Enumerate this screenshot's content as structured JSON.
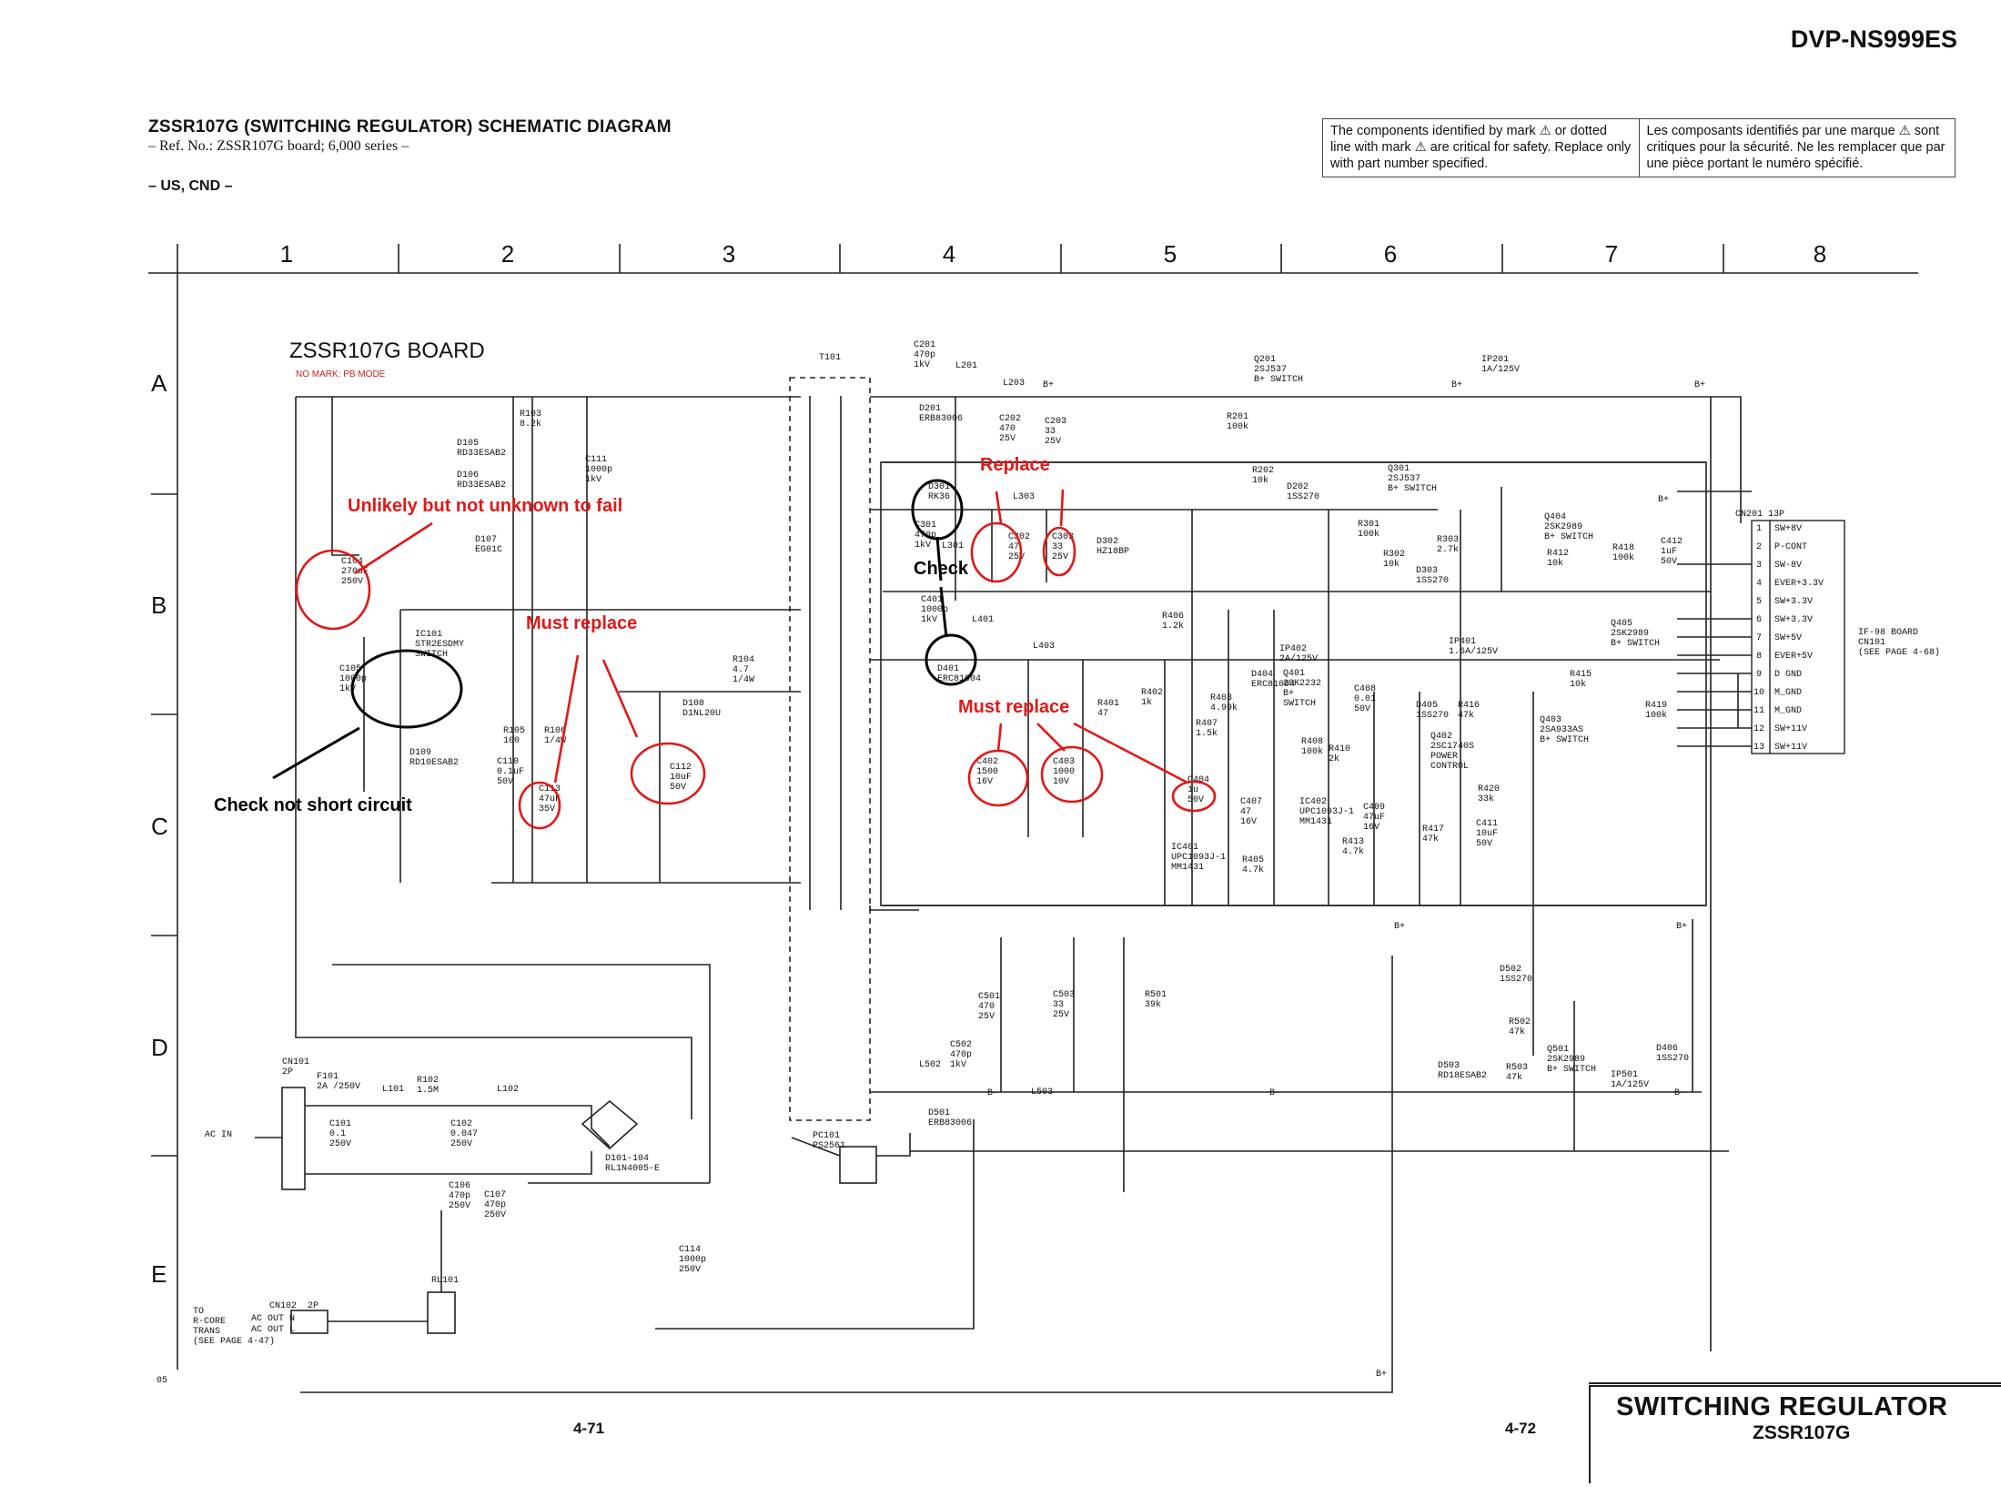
{
  "header": {
    "model": "DVP-NS999ES",
    "title": "ZSSR107G (SWITCHING REGULATOR) SCHEMATIC DIAGRAM",
    "ref": "– Ref. No.: ZSSR107G board; 6,000 series –",
    "region": "– US, CND –"
  },
  "notice": {
    "english": "The components identified by mark ⚠ or dotted line with mark ⚠ are critical for safety. Replace only with part number specified.",
    "french": "Les composants identifiés par une marque ⚠ sont critiques pour la sécurité. Ne les remplacer que par une pièce portant le numéro spécifié."
  },
  "grid": {
    "columns": [
      "1",
      "2",
      "3",
      "4",
      "5",
      "6",
      "7",
      "8"
    ],
    "rows": [
      "A",
      "B",
      "C",
      "D",
      "E"
    ]
  },
  "board": {
    "name": "ZSSR107G BOARD",
    "nomark": "NO MARK: PB MODE"
  },
  "components": {
    "t101": "T101",
    "c201": "C201\n470p\n1kV",
    "l201": "L201",
    "l203": "L203",
    "d201": "D201\nERB83006",
    "c202": "C202\n470\n25V",
    "c203": "C203\n33\n25V",
    "q201": "Q201\n2SJ537\nB+ SWITCH",
    "ip201": "IP201\n1A/125V",
    "r201": "R201\n100k",
    "r202": "R202\n10k",
    "d202": "D202\n1SS270",
    "r103": "R103\n8.2k",
    "d105": "D105\nRD33ESAB2",
    "d106": "D106\nRD33ESAB2",
    "c111": "C111\n1000p\n1kV",
    "d107": "D107\nEG01C",
    "c104": "C104\n270uF\n250V",
    "d301": "D301\nRK36",
    "l303": "L303",
    "c302": "C302\n47\n25V",
    "c303": "C303\n33\n25V",
    "d302": "D302\nHZ18BP",
    "c301": "C301\n470p\n1kV",
    "l301": "L301",
    "q301": "Q301\n2SJ537\nB+ SWITCH",
    "r301": "R301\n100k",
    "r302": "R302\n10k",
    "r303": "R303\n2.7k",
    "d303": "D303\n1SS270",
    "q404": "Q404\n2SK2989\nB+ SWITCH",
    "r412": "R412\n10k",
    "r418": "R418\n100k",
    "c412": "C412\n1uF\n50V",
    "ic101": "IC101\nSTR2ESDMY\nSWITCH",
    "c105": "C105\n1000p\n1kV",
    "d109": "D109\nRD10ESAB2",
    "r105": "R105\n100",
    "c110": "C110\n0.1uF\n50V",
    "r106": "R106\n1/4W",
    "c113": "C113\n47uF\n35V",
    "c112": "C112\n10uF\n50V",
    "r104": "R104\n4.7\n1/4W",
    "d108": "D108\nD1NL20U",
    "c401": "C401\n1000p\n1kV",
    "l401": "L401",
    "l403": "L403",
    "d401": "D401\nERC81004",
    "r406": "R406\n1.2k",
    "ip402": "IP402\n2A/125V",
    "ip401": "IP401\n1.6A/125V",
    "q401": "Q401\n2SK2232\nB+\nSWITCH",
    "d404": "D404\nERC81004",
    "r403": "R403\n4.99k",
    "r407": "R407\n1.5k",
    "r402": "R402\n1k",
    "r401": "R401\n47",
    "c408": "C408\n0.01\n50V",
    "r408": "R408\n100k",
    "r410": "R410\n2k",
    "d405": "D405\n1SS270",
    "r416": "R416\n47k",
    "q402": "Q402\n2SC1740S\nPOWER\nCONTROL",
    "q403": "Q403\n2SA933AS\nB+ SWITCH",
    "r415": "R415\n10k",
    "q405": "Q405\n2SK2989\nB+ SWITCH",
    "r419": "R419\n100k",
    "r420": "R420\n33k",
    "c411": "C411\n10uF\n50V",
    "r417": "R417\n47k",
    "c402": "C402\n1500\n16V",
    "c403": "C403\n1000\n10V",
    "c404": "C404\n1u\n50V",
    "c407": "C407\n47\n16V",
    "ic402": "IC402\nUPC1093J-1\nMM1431",
    "c409": "C409\n47uF\n16V",
    "r413": "R413\n4.7k",
    "ic401": "IC401\nUPC1093J-1\nMM1431",
    "r405": "R405\n4.7k",
    "c501": "C501\n470\n25V",
    "c503": "C503\n33\n25V",
    "r501": "R501\n39k",
    "c502": "C502\n470p\n1kV",
    "l502": "L502",
    "l503": "L503",
    "d501": "D501\nERB83006",
    "d502": "D502\n1SS270",
    "r502": "R502\n47k",
    "q501": "Q501\n2SK2989\nB+ SWITCH",
    "d503": "D503\nRD18ESAB2",
    "r503": "R503\n47k",
    "ip501": "IP501\n1A/125V",
    "d406": "D406\n1SS270",
    "pc101": "PC101\nPS2561",
    "cn101": "CN101\n2P",
    "f101": "F101\n2A /250V",
    "l101": "L101",
    "r102": "R102\n1.5M",
    "l102": "L102",
    "c101": "C101\n0.1\n250V",
    "c102": "C102\n0.047\n250V",
    "c106": "C106\n470p\n250V",
    "c107": "C107\n470p\n250V",
    "d101": "D101-104\nRL1N4005-E",
    "acin": "AC IN",
    "c114": "C114\n1000p\n250V",
    "rl101": "RL101",
    "cn102": "CN102  2P",
    "acout_n": "AC OUT N",
    "acout_l": "AC OUT L",
    "to_rcore": "TO\nR-CORE\nTRANS\n(SEE PAGE 4-47)",
    "if98": "IF-98 BOARD\nCN101\n(SEE PAGE 4-68)",
    "cn201": "CN201 13P",
    "bplus": "B+",
    "bminus": "B–",
    "page_mark": "05"
  },
  "connector": {
    "pins": [
      "1",
      "2",
      "3",
      "4",
      "5",
      "6",
      "7",
      "8",
      "9",
      "10",
      "11",
      "12",
      "13"
    ],
    "names": [
      "SW+8V",
      "P-CONT",
      "SW-8V",
      "EVER+3.3V",
      "SW+3.3V",
      "SW+3.3V",
      "SW+5V",
      "EVER+5V",
      "D GND",
      "M_GND",
      "M_GND",
      "SW+11V",
      "SW+11V"
    ]
  },
  "annotations": {
    "unlikely": "Unlikely but not unknown to fail",
    "must_replace_1": "Must replace",
    "check_short": "Check not short circuit",
    "replace": "Replace",
    "check": "Check",
    "must_replace_2": "Must replace",
    "red": "#e01818",
    "black": "#000000"
  },
  "footer": {
    "page_left": "4-71",
    "page_right": "4-72",
    "block_title": "SWITCHING REGULATOR",
    "block_sub": "ZSSR107G"
  }
}
